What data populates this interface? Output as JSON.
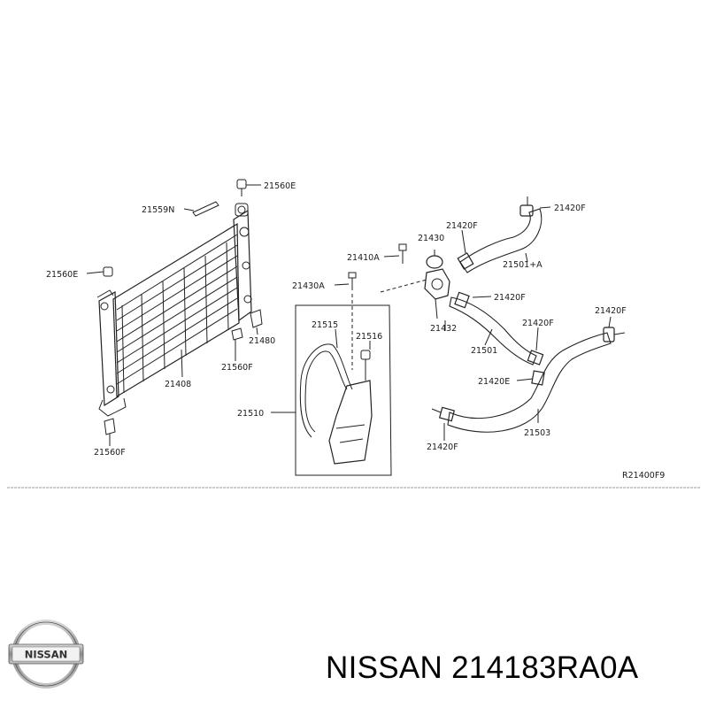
{
  "diagram": {
    "part_labels": {
      "p21560E_top": "21560E",
      "p21559N": "21559N",
      "p21560E_left": "21560E",
      "p21480": "21480",
      "p21560F_mid": "21560F",
      "p21408": "21408",
      "p21560F_bottom": "21560F",
      "p21410A": "21410A",
      "p21430": "21430",
      "p21420F_a": "21420F",
      "p21420F_top": "21420F",
      "p21501A": "21501+A",
      "p21430A": "21430A",
      "p21420F_b": "21420F",
      "p21432": "21432",
      "p21515": "21515",
      "p21516": "21516",
      "p21501": "21501",
      "p21420F_c": "21420F",
      "p21420F_right": "21420F",
      "p21420E": "21420E",
      "p21510": "21510",
      "p21503": "21503",
      "p21420F_bottom": "21420F"
    },
    "reference_code": "R21400F9"
  },
  "caption": {
    "text": "NISSAN 214183RA0A"
  },
  "logo": {
    "text": "NISSAN"
  }
}
